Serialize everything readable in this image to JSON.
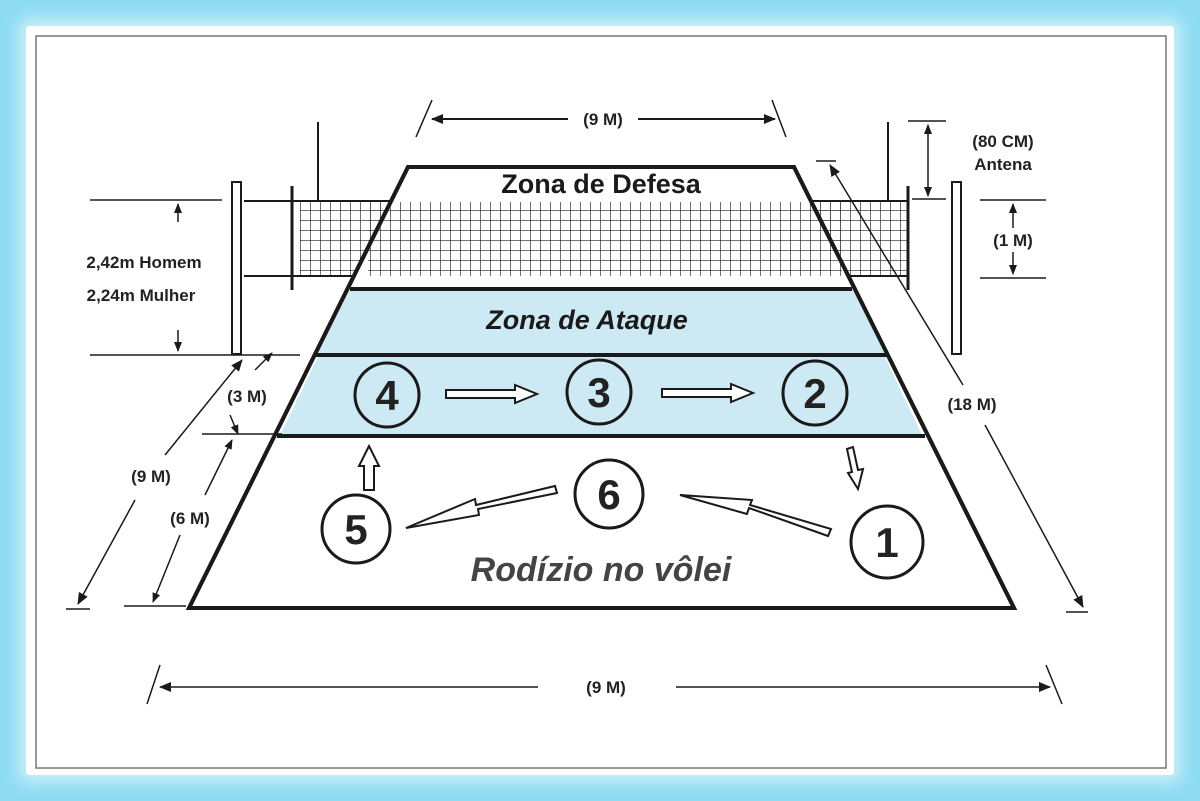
{
  "zones": {
    "defense": "Zona de Defesa",
    "attack": "Zona de Ataque"
  },
  "title": "Rodízio no vôlei",
  "dimensions": {
    "top_width": "(9 M)",
    "bottom_width": "(9 M)",
    "antenna_height": "(80 CM)",
    "antenna_label": "Antena",
    "net_band": "(1 M)",
    "court_length": "(18 M)",
    "half_court": "(9 M)",
    "back_zone": "(6 M)",
    "attack_zone": "(3 M)",
    "net_height_men": "2,42m Homem",
    "net_height_women": "2,24m Mulher"
  },
  "positions": [
    "1",
    "2",
    "3",
    "4",
    "5",
    "6"
  ],
  "colors": {
    "frame": "#8fdcf2",
    "zone_fill": "#cdeaf4",
    "line": "#1a1a1a"
  }
}
